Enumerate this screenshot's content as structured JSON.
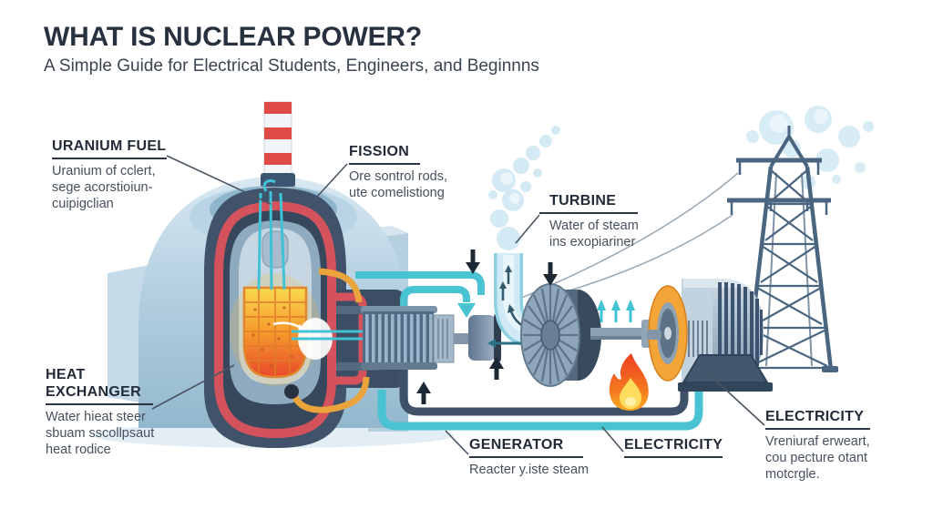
{
  "header": {
    "title": "WHAT IS NUCLEAR POWER?",
    "subtitle": "A Simple Guide for Electrical Students, Engineers, and Beginnns"
  },
  "labels": {
    "uranium_fuel": {
      "heading": "URANIUM FUEL",
      "desc": [
        "Uranium of cclert,",
        "sege acorstioiun-",
        "cuipigclian"
      ]
    },
    "fission": {
      "heading": "FISSION",
      "desc": [
        "Ore sontrol rods,",
        "ute comelistiong"
      ]
    },
    "turbine": {
      "heading": "TURBINE",
      "desc": [
        "Water of steam",
        "ins exopiariner"
      ]
    },
    "heat_exchanger": {
      "heading_lines": [
        "HEAT",
        "EXCHANGER"
      ],
      "desc": [
        "Water hieat steer",
        "sbuam sscollpsaut",
        "heat rodice"
      ]
    },
    "generator": {
      "heading": "GENERATOR",
      "desc": [
        "Reacter y.iste steam"
      ]
    },
    "electricity_bottom": {
      "heading": "ELECTRICITY"
    },
    "electricity_right": {
      "heading": "ELECTRICITY",
      "desc": [
        "Vreniuraf erweart,",
        "cou pecture otant",
        "motcrgle."
      ]
    }
  },
  "colors": {
    "accent_teal": "#45c1d2",
    "pipe_dark": "#3e5166",
    "vessel_red": "#d4525c",
    "core_orange": "#f39b2d",
    "flame_red": "#ee3d22",
    "flame_yellow": "#fedc5e",
    "steel_blue": "#4a6580",
    "building_blue": "#b9d2e2",
    "steam_blue": "#d3e9f4",
    "title_color": "#273140"
  },
  "icons": [
    "reactor-dome-icon",
    "chimney-icon",
    "reactor-core-icon",
    "control-rods-icon",
    "heat-exchanger-icon",
    "steam-pipe-icon",
    "steam-cloud-icon",
    "turbine-disc-icon",
    "generator-icon",
    "flame-icon",
    "transmission-tower-icon",
    "power-lines-icon",
    "arrow-up-icon",
    "arrow-down-icon",
    "coolant-pipe-icon"
  ]
}
